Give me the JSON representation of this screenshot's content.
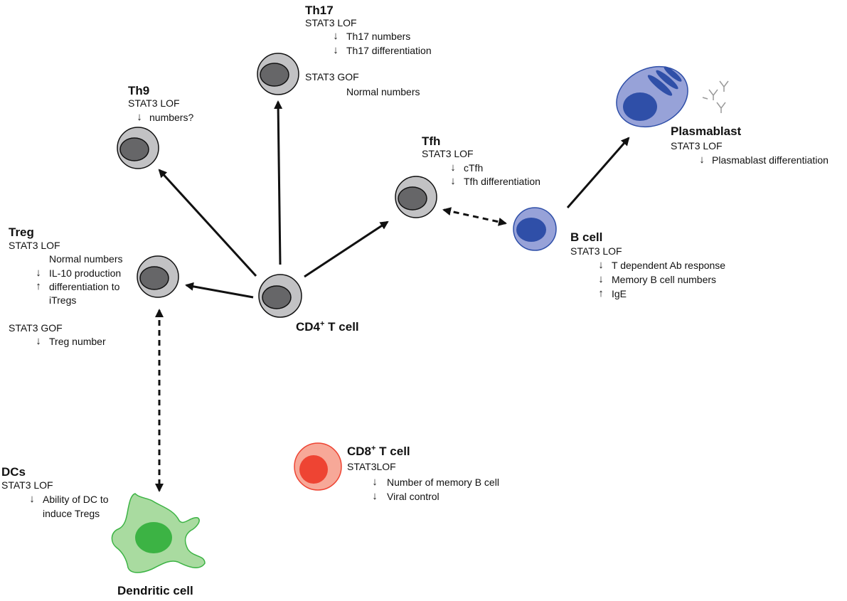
{
  "colors": {
    "tcell_outer": "#c2c2c4",
    "tcell_nucleus": "#666668",
    "bcell_outer": "#97a2d8",
    "bcell_nucleus": "#2f4fa8",
    "cd8_outer": "#f7a898",
    "cd8_nucleus": "#ee4433",
    "dc_body": "#a9dba0",
    "dc_nucleus": "#3cb344",
    "arrow": "#111111",
    "antibody": "#999999"
  },
  "arrow_glyphs": {
    "down": "↓",
    "up": "↑"
  },
  "cd4": {
    "title": "CD4",
    "title_sup": "+",
    "title_rest": " T cell"
  },
  "th17": {
    "title": "Th17",
    "lof_label": "STAT3 LOF",
    "lof_items": [
      "Th17 numbers",
      "Th17 differentiation"
    ],
    "gof_label": "STAT3 GOF",
    "gof_item": "Normal numbers"
  },
  "th9": {
    "title": "Th9",
    "lof_label": "STAT3 LOF",
    "lof_item": "numbers?"
  },
  "tfh": {
    "title": "Tfh",
    "lof_label": "STAT3 LOF",
    "lof_items": [
      "cTfh",
      "Tfh differentiation"
    ]
  },
  "treg": {
    "title": "Treg",
    "lof_label": "STAT3 LOF",
    "normal": "Normal numbers",
    "il10": "IL-10 production",
    "diff_line1": "differentiation to",
    "diff_line2": "iTregs",
    "gof_label": "STAT3 GOF",
    "gof_item": "Treg number"
  },
  "plasmablast": {
    "title": "Plasmablast",
    "lof_label": "STAT3 LOF",
    "item": "Plasmablast differentiation"
  },
  "bcell": {
    "title": "B cell",
    "lof_label": "STAT3 LOF",
    "items": [
      "T dependent Ab response",
      "Memory B cell numbers",
      "IgE"
    ]
  },
  "cd8": {
    "title": "CD8",
    "title_sup": "+",
    "title_rest": " T cell",
    "lof_label": "STAT3LOF",
    "items": [
      "Number of memory B cell",
      "Viral control"
    ]
  },
  "dcs": {
    "title": "DCs",
    "lof_label": "STAT3 LOF",
    "item_line1": "Ability of DC to",
    "item_line2": "induce Tregs"
  },
  "dendritic": {
    "title": "Dendritic cell"
  }
}
